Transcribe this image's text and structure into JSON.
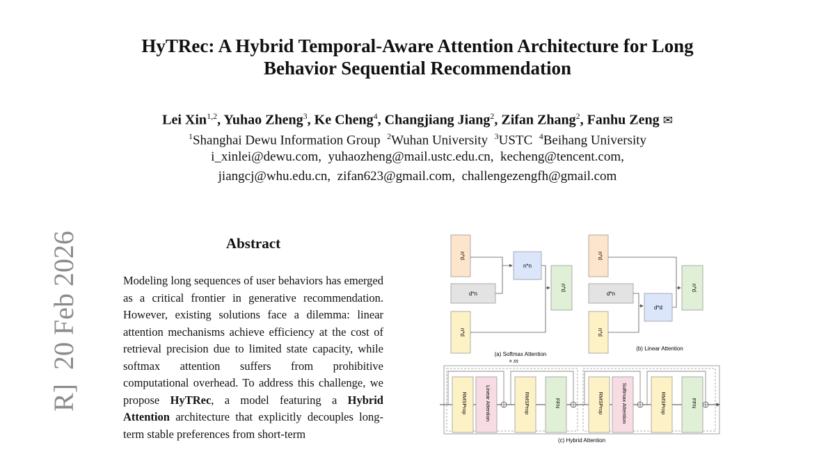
{
  "paper": {
    "title_line1": "HyTRec: A Hybrid Temporal-Aware Attention Architecture for Long",
    "title_line2": "Behavior Sequential Recommendation",
    "authors": [
      {
        "name": "Lei Xin",
        "sup": "1,2"
      },
      {
        "name": "Yuhao Zheng",
        "sup": "3"
      },
      {
        "name": "Ke Cheng",
        "sup": "4"
      },
      {
        "name": "Changjiang Jiang",
        "sup": "2"
      },
      {
        "name": "Zifan Zhang",
        "sup": "2"
      },
      {
        "name": "Fanhu Zeng",
        "sup": ""
      }
    ],
    "corresponding_symbol": "✉",
    "affiliations": [
      {
        "sup": "1",
        "name": "Shanghai Dewu Information Group"
      },
      {
        "sup": "2",
        "name": "Wuhan University"
      },
      {
        "sup": "3",
        "name": "USTC"
      },
      {
        "sup": "4",
        "name": "Beihang University"
      }
    ],
    "emails_line1": "i_xinlei@dewu.com,  yuhaozheng@mail.ustc.edu.cn,  kecheng@tencent.com,",
    "emails_line2": "jiangcj@whu.edu.cn,  zifan623@gmail.com,  challengezengfh@gmail.com",
    "arxiv_stamp": "R]  20 Feb 2026"
  },
  "abstract": {
    "heading": "Abstract",
    "text_1": "Modeling long sequences of user behaviors has emerged as a critical frontier in generative recommendation. However, existing solutions face a dilemma: linear attention mechanisms achieve efficiency at the cost of retrieval precision due to limited state capacity, while softmax attention suffers from prohibitive computational overhead. To address this challenge, we propose ",
    "bold_1": "HyTRec",
    "text_2": ", a model featuring a ",
    "bold_2": "Hybrid Attention",
    "text_3": " architecture that explicitly decouples long-term stable preferences from short-term"
  },
  "figure": {
    "softmax": {
      "box1": "n*d",
      "box2": "d*n",
      "box3": "n*d",
      "product": "n*n",
      "output": "n*d",
      "caption": "(a) Softmax Attention"
    },
    "linear": {
      "box1": "n*d",
      "box2": "d*n",
      "box3": "n*d",
      "product": "d*d",
      "output": "n*d",
      "caption": "(b) Linear Attention"
    },
    "hybrid": {
      "repeat": "× m",
      "block1": [
        "RMSProp",
        "Linear Attention",
        "RMSProp",
        "FFN"
      ],
      "block2": [
        "RMSProp",
        "Softmax Attention",
        "RMSProp",
        "FFN"
      ],
      "caption": "(c) Hybrid Attention"
    },
    "colors": {
      "peach": "#fde5cc",
      "gray": "#e3e3e3",
      "blue": "#dbe6fb",
      "green": "#dff0d6",
      "yellow": "#fdf2c6",
      "pink": "#f8dce4"
    }
  }
}
